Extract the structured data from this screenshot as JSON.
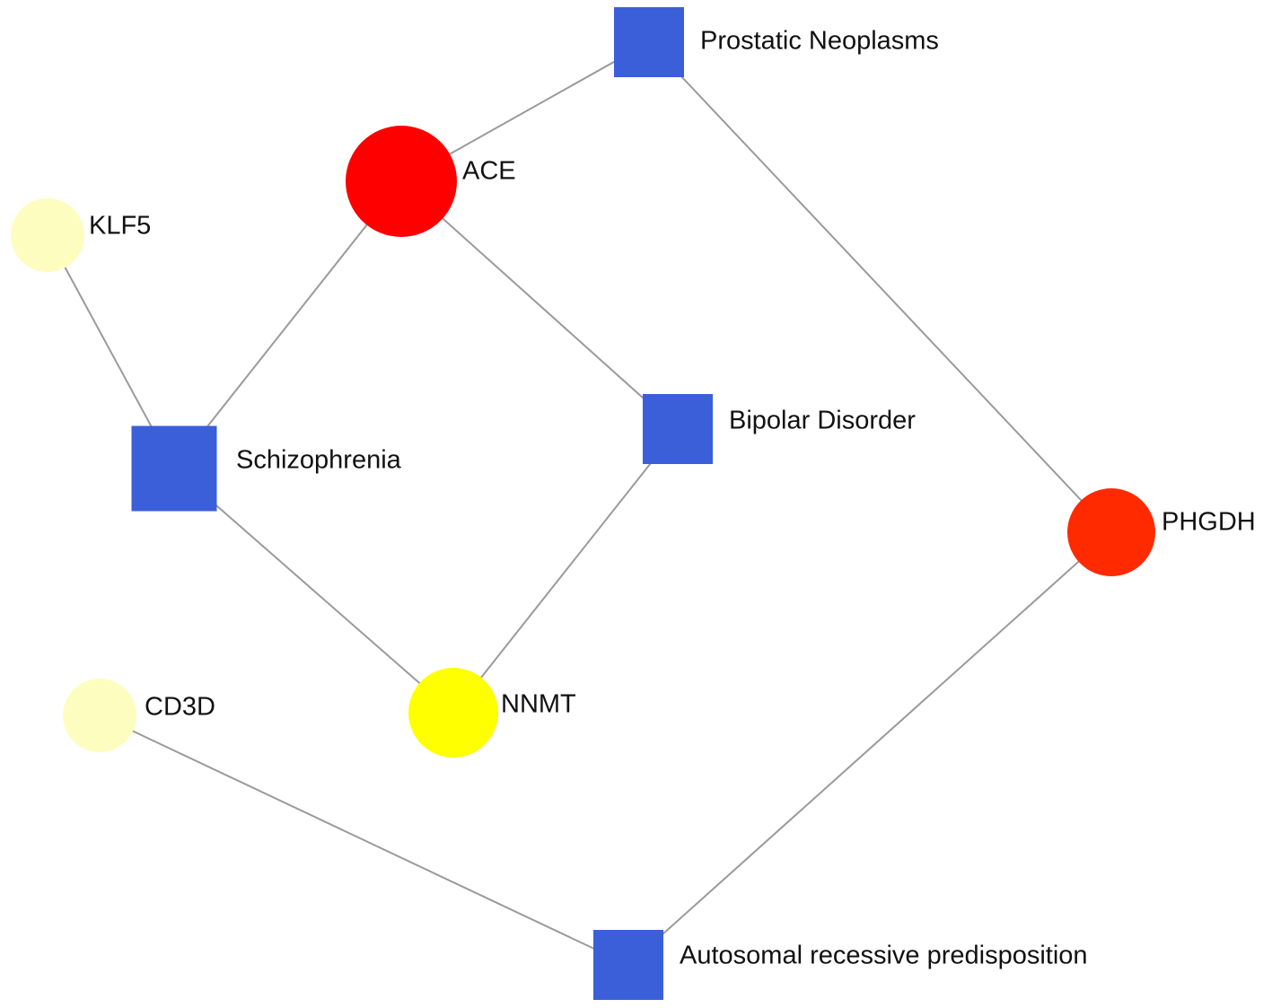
{
  "colors": {
    "disease": "#3b5fd9",
    "edge": "#9a9a9a",
    "label": "#111111"
  },
  "nodes": [
    {
      "id": "prostatic",
      "label": "Prostatic Neoplasms",
      "kind": "disease",
      "shape": "square",
      "color": "#3b5fd9"
    },
    {
      "id": "ace",
      "label": "ACE",
      "kind": "gene",
      "shape": "circle",
      "color": "#ff0000"
    },
    {
      "id": "klf5",
      "label": "KLF5",
      "kind": "gene",
      "shape": "circle",
      "color": "#fdfdc0"
    },
    {
      "id": "schizophrenia",
      "label": "Schizophrenia",
      "kind": "disease",
      "shape": "square",
      "color": "#3b5fd9"
    },
    {
      "id": "bipolar",
      "label": "Bipolar Disorder",
      "kind": "disease",
      "shape": "square",
      "color": "#3b5fd9"
    },
    {
      "id": "phgdh",
      "label": "PHGDH",
      "kind": "gene",
      "shape": "circle",
      "color": "#ff2a00"
    },
    {
      "id": "cd3d",
      "label": "CD3D",
      "kind": "gene",
      "shape": "circle",
      "color": "#fdfdc0"
    },
    {
      "id": "nnmt",
      "label": "NNMT",
      "kind": "gene",
      "shape": "circle",
      "color": "#ffff00"
    },
    {
      "id": "autosomal",
      "label": "Autosomal recessive predisposition",
      "kind": "disease",
      "shape": "square",
      "color": "#3b5fd9"
    }
  ],
  "edges": [
    {
      "source": "prostatic",
      "target": "ace"
    },
    {
      "source": "prostatic",
      "target": "phgdh"
    },
    {
      "source": "ace",
      "target": "schizophrenia"
    },
    {
      "source": "ace",
      "target": "bipolar"
    },
    {
      "source": "klf5",
      "target": "schizophrenia"
    },
    {
      "source": "schizophrenia",
      "target": "nnmt"
    },
    {
      "source": "bipolar",
      "target": "nnmt"
    },
    {
      "source": "phgdh",
      "target": "autosomal"
    },
    {
      "source": "cd3d",
      "target": "autosomal"
    }
  ]
}
